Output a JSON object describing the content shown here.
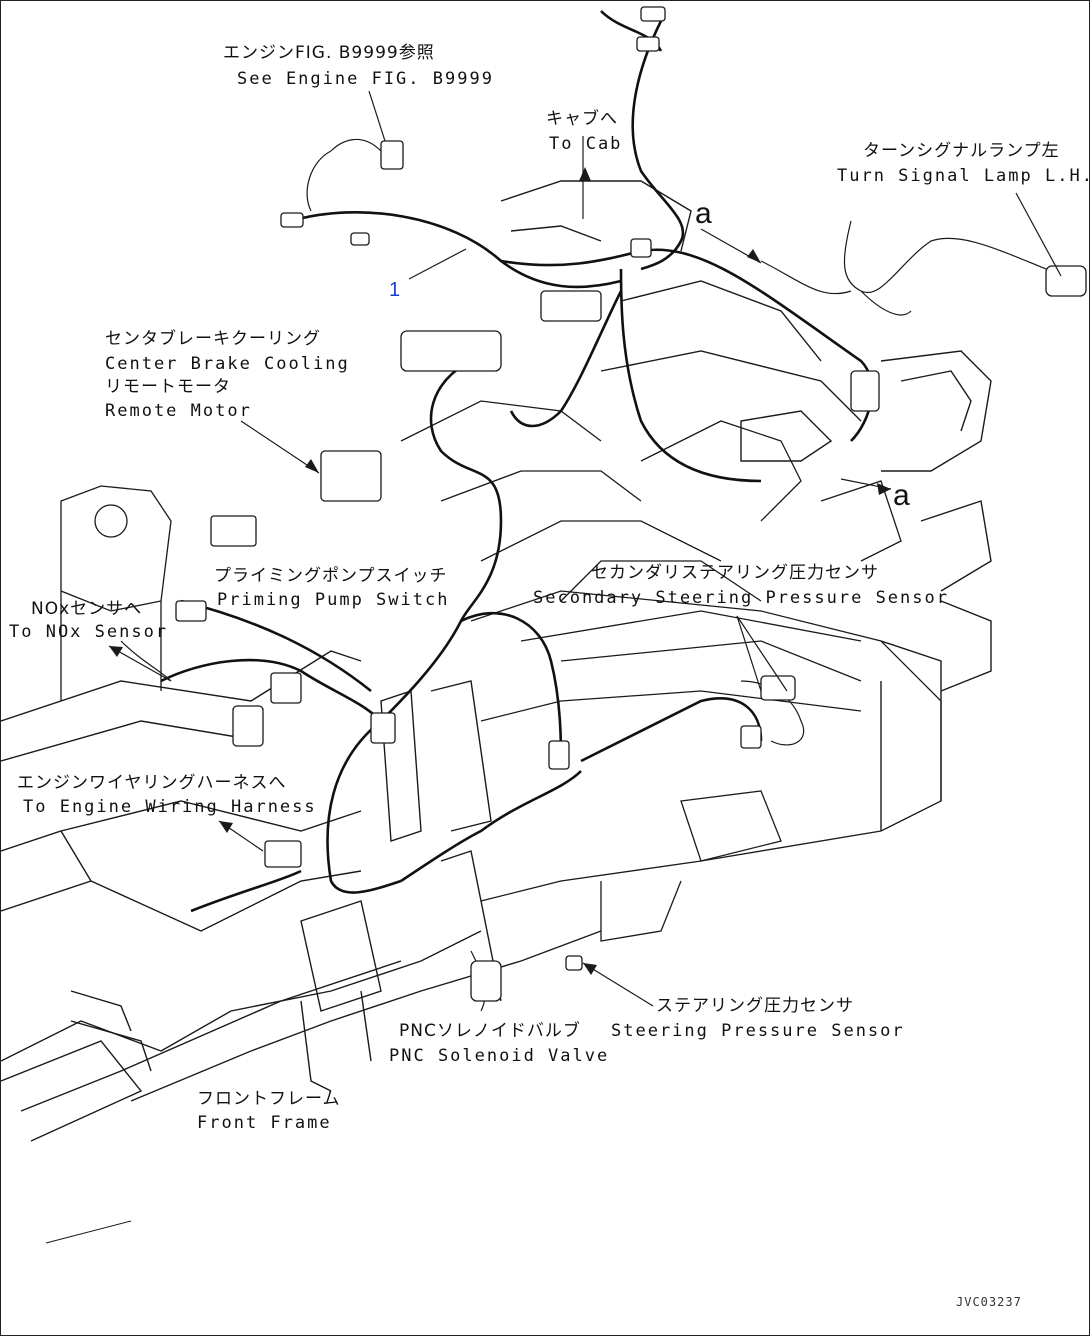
{
  "colors": {
    "line": "#1a1a1a",
    "harness": "#111111",
    "callout": "#1a3fd0",
    "background": "#ffffff"
  },
  "labels": {
    "engine_fig": {
      "ja": "エンジンFIG. B9999参照",
      "en": "See Engine FIG. B9999"
    },
    "to_cab": {
      "ja": "キャブへ",
      "en": "To Cab"
    },
    "turn_signal": {
      "ja": "ターンシグナルランプ左",
      "en": "Turn Signal Lamp L.H."
    },
    "center_brake": {
      "ja": "センタブレーキクーリング",
      "en": "Center Brake Cooling"
    },
    "remote_motor": {
      "ja": "リモートモータ",
      "en": "Remote Motor"
    },
    "nox": {
      "ja": "NOxセンサへ",
      "en": "To NOx Sensor"
    },
    "priming": {
      "ja": "プライミングポンプスイッチ",
      "en": "Priming Pump Switch"
    },
    "secondary_steering": {
      "ja": "セカンダリステアリング圧力センサ",
      "en": "Secondary Steering Pressure Sensor"
    },
    "engine_harness": {
      "ja": "エンジンワイヤリングハーネスへ",
      "en": "To Engine Wiring Harness"
    },
    "steering_pressure": {
      "ja": "ステアリング圧力センサ",
      "en": "Steering Pressure Sensor"
    },
    "pnc": {
      "ja": "PNCソレノイドバルブ",
      "en": "PNC Solenoid Valve"
    },
    "front_frame": {
      "ja": "フロントフレーム",
      "en": "Front Frame"
    }
  },
  "callout_number": "1",
  "connection_ref": "a",
  "drawing_id": "JVC03237"
}
